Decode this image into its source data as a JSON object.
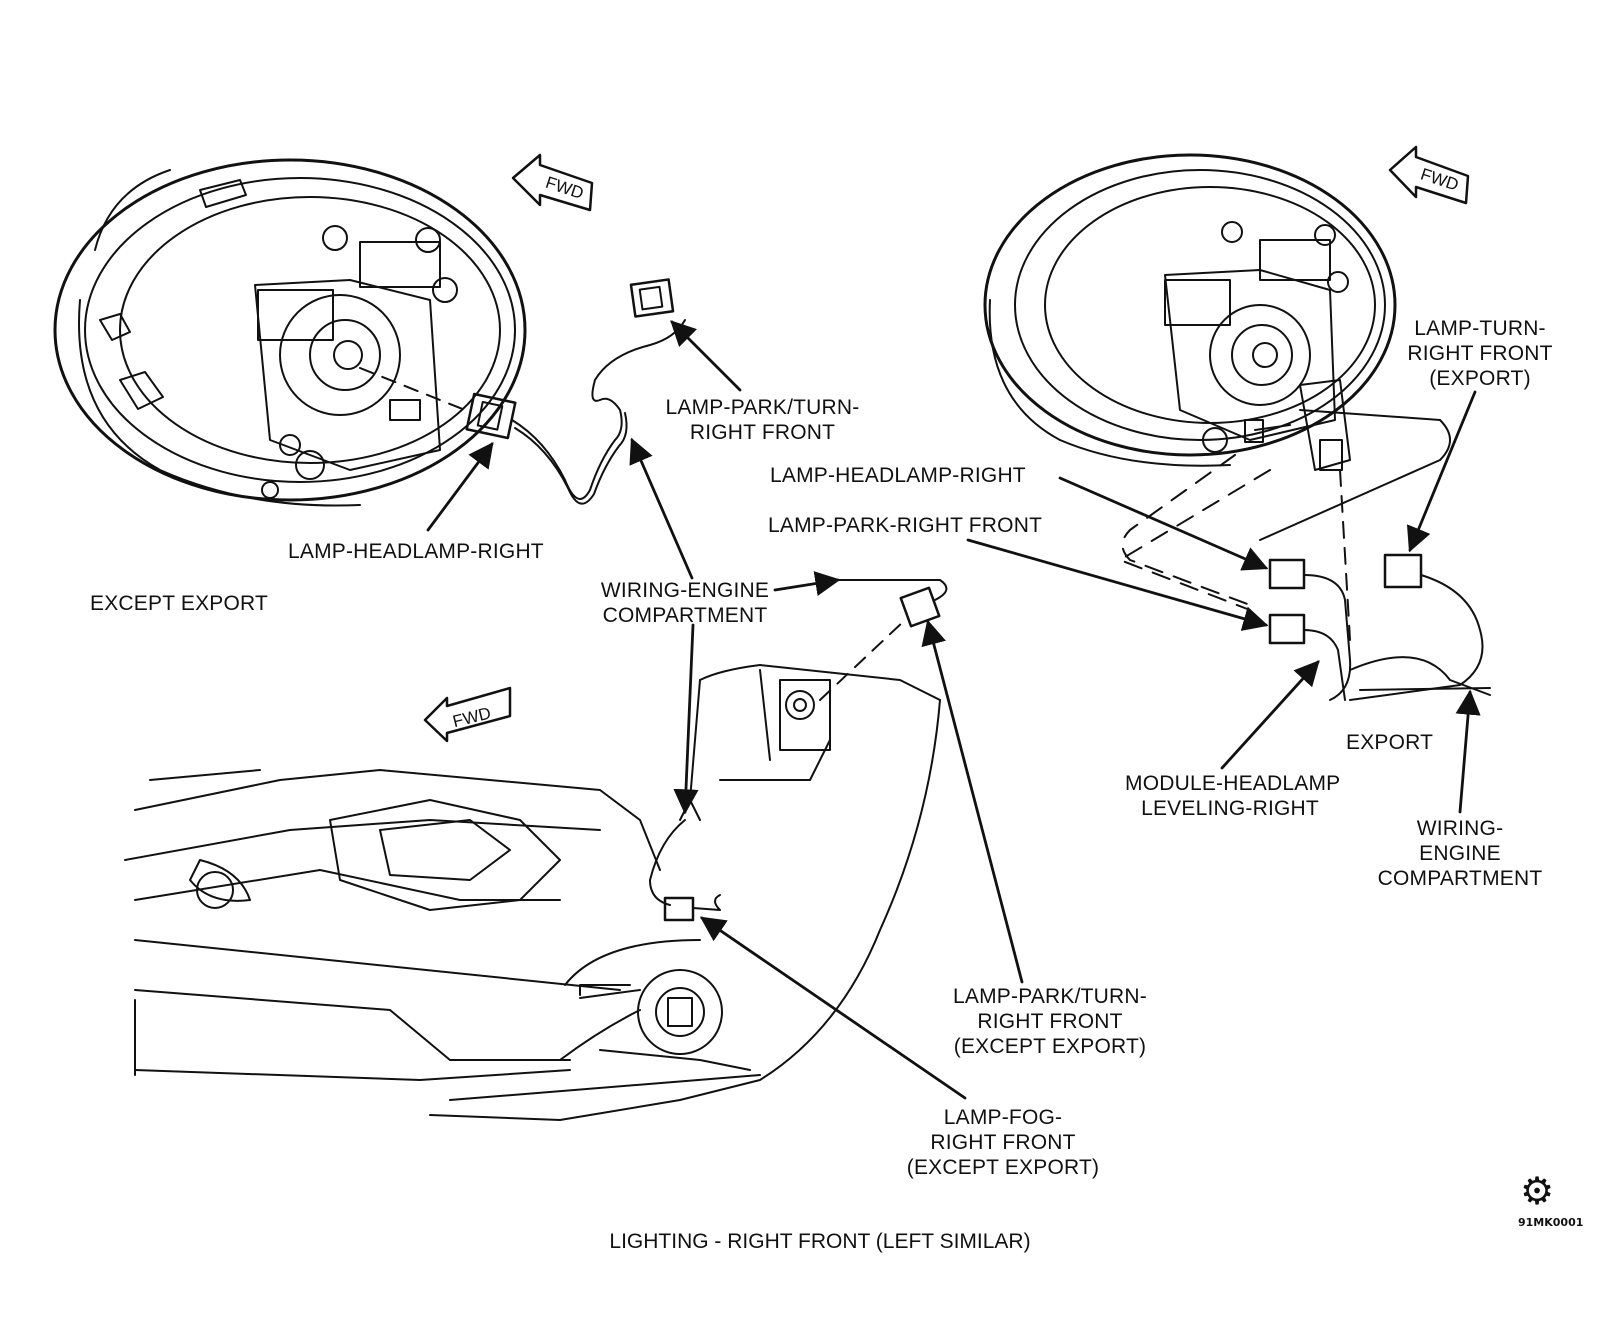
{
  "labels": {
    "lamp_headlamp_right_left": "LAMP-HEADLAMP-RIGHT",
    "except_export": "EXCEPT EXPORT",
    "lamp_park_turn_right_front_top": [
      "LAMP-PARK/TURN-",
      "RIGHT FRONT"
    ],
    "wiring_engine_compartment_center": [
      "WIRING-ENGINE",
      "COMPARTMENT"
    ],
    "lamp_headlamp_right_right": "LAMP-HEADLAMP-RIGHT",
    "lamp_park_right_front": "LAMP-PARK-RIGHT FRONT",
    "lamp_turn_right_front_export": [
      "LAMP-TURN-",
      "RIGHT FRONT",
      "(EXPORT)"
    ],
    "module_headlamp_leveling_right": [
      "MODULE-HEADLAMP",
      "LEVELING-RIGHT"
    ],
    "export": "EXPORT",
    "wiring_engine_compartment_right": [
      "WIRING-",
      "ENGINE",
      "COMPARTMENT"
    ],
    "lamp_park_turn_right_front_except_export": [
      "LAMP-PARK/TURN-",
      "RIGHT FRONT",
      "(EXCEPT EXPORT)"
    ],
    "lamp_fog_right_front_except_export": [
      "LAMP-FOG-",
      "RIGHT FRONT",
      "(EXCEPT EXPORT)"
    ]
  },
  "fwd_arrow_text": "FWD",
  "caption": "LIGHTING - RIGHT FRONT  (LEFT SIMILAR)",
  "figure_id": "91MK0001",
  "symbol": "⚙"
}
